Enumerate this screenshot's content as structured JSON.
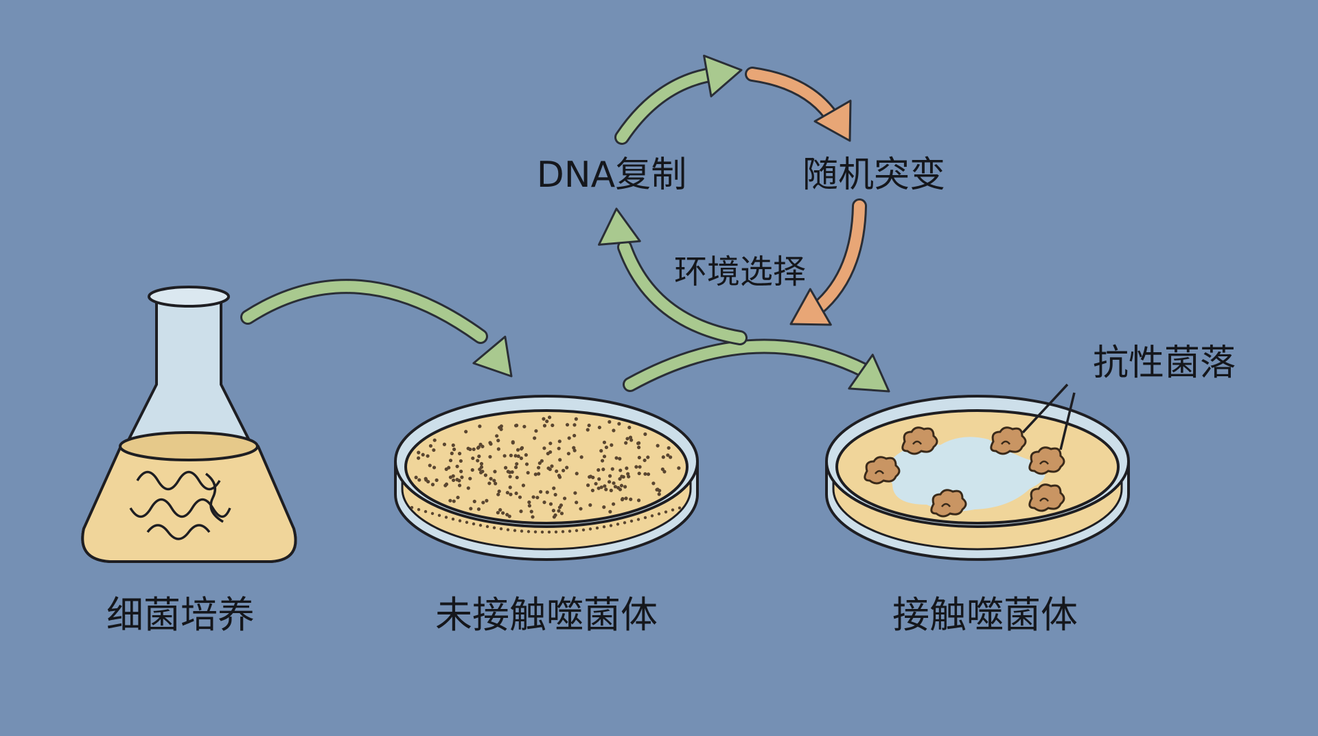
{
  "colors": {
    "background": "#7590b4",
    "green_arrow": "#a9c98f",
    "orange_arrow": "#e8a676",
    "agar": "#f0d59a",
    "glass": "#cddfea",
    "colony": "#c99563",
    "clear_zone": "#cfe4ec",
    "outline": "#1e1e22"
  },
  "cycle": {
    "dna_replication": "DNA复制",
    "random_mutation": "随机突变",
    "environmental_selection": "环境选择"
  },
  "stages": [
    {
      "label": "细菌培养",
      "icon": "flask-icon"
    },
    {
      "label": "未接触噬菌体",
      "icon": "petri-dish-icon"
    },
    {
      "label": "接触噬菌体",
      "icon": "petri-dish-icon"
    }
  ],
  "callout": {
    "label": "抗性菌落"
  }
}
